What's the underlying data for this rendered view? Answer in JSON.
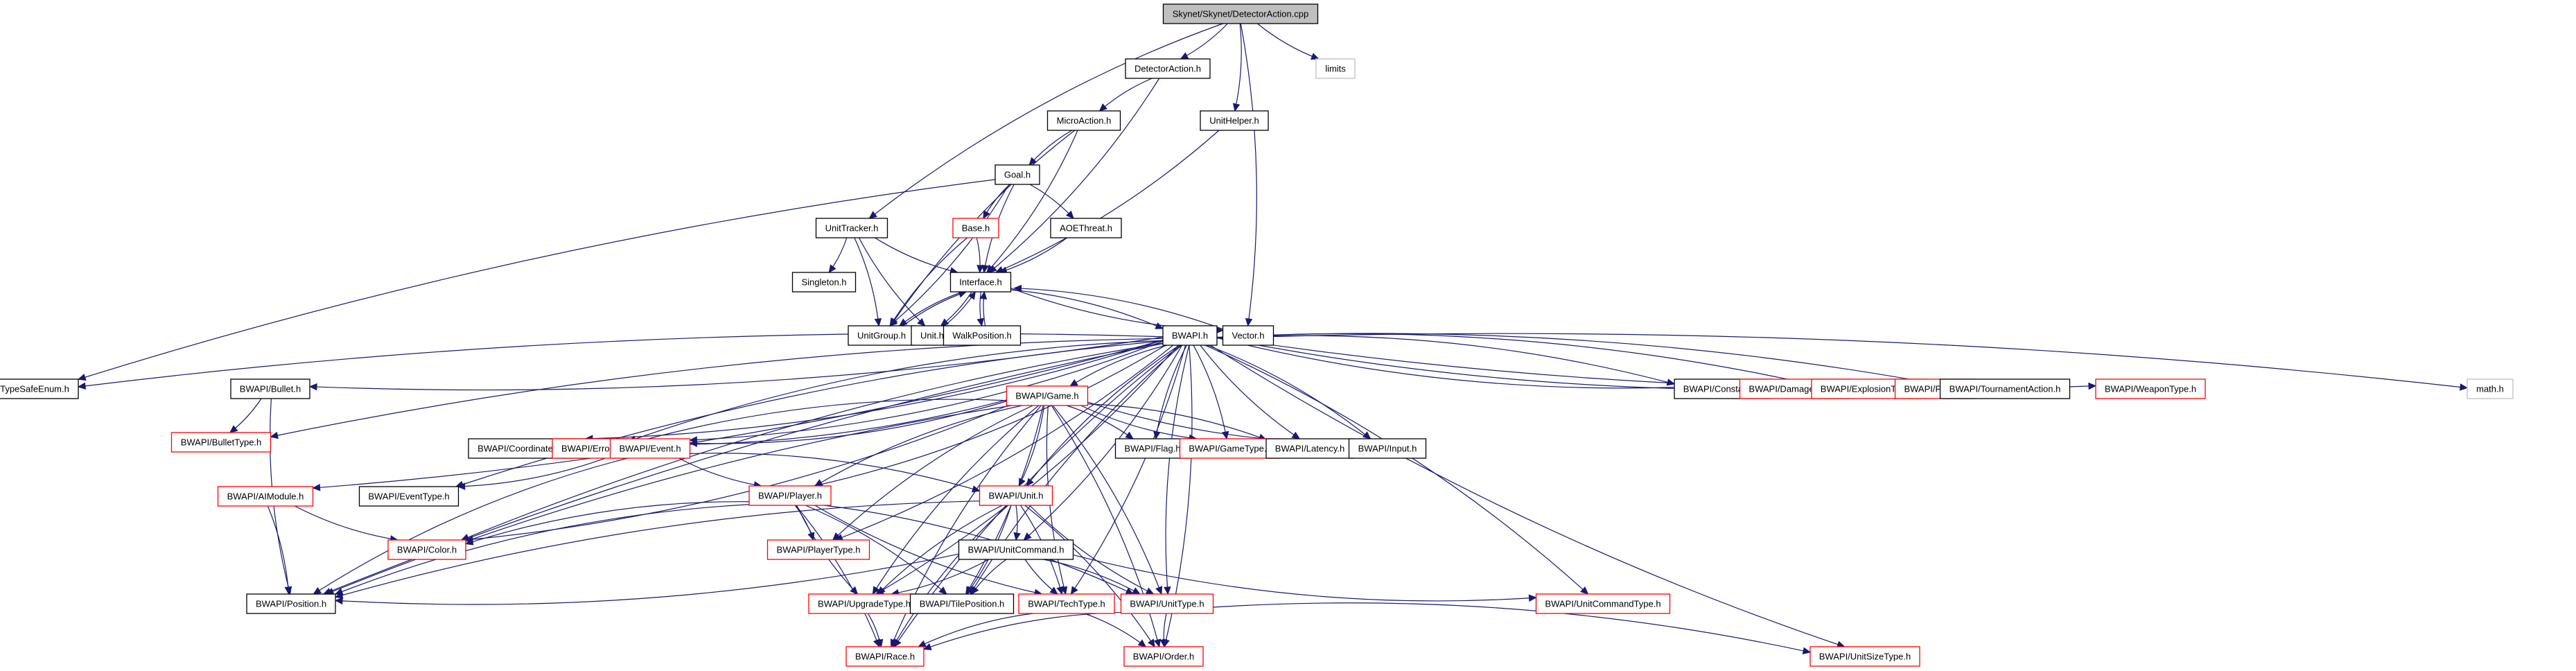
{
  "title": "Skynet/Skynet/DetectorAction.cpp",
  "colors": {
    "edge": "#191970",
    "normal_border": "#000000",
    "truncated_border": "#ff0000",
    "external_border": "#bfbfbf",
    "root_fill": "#bfbfbf"
  },
  "nodes": [
    {
      "id": "root",
      "label": "Skynet/Skynet/DetectorAction.cpp",
      "kind": "root"
    },
    {
      "id": "detectoraction",
      "label": "DetectorAction.h",
      "kind": "normal"
    },
    {
      "id": "limits",
      "label": "limits",
      "kind": "external"
    },
    {
      "id": "microaction",
      "label": "MicroAction.h",
      "kind": "normal"
    },
    {
      "id": "unithelper",
      "label": "UnitHelper.h",
      "kind": "normal"
    },
    {
      "id": "goal",
      "label": "Goal.h",
      "kind": "normal"
    },
    {
      "id": "unittracker",
      "label": "UnitTracker.h",
      "kind": "normal"
    },
    {
      "id": "base",
      "label": "Base.h",
      "kind": "truncated"
    },
    {
      "id": "aoethreat",
      "label": "AOEThreat.h",
      "kind": "normal"
    },
    {
      "id": "singleton",
      "label": "Singleton.h",
      "kind": "normal"
    },
    {
      "id": "interface",
      "label": "Interface.h",
      "kind": "normal"
    },
    {
      "id": "unitgroup",
      "label": "UnitGroup.h",
      "kind": "normal"
    },
    {
      "id": "unit",
      "label": "Unit.h",
      "kind": "normal"
    },
    {
      "id": "walkposition",
      "label": "WalkPosition.h",
      "kind": "normal"
    },
    {
      "id": "bwapi",
      "label": "BWAPI.h",
      "kind": "normal"
    },
    {
      "id": "vector",
      "label": "Vector.h",
      "kind": "normal"
    },
    {
      "id": "typesafeenum",
      "label": "TypeSafeEnum.h",
      "kind": "normal"
    },
    {
      "id": "bullet",
      "label": "BWAPI/Bullet.h",
      "kind": "normal"
    },
    {
      "id": "bullettype",
      "label": "BWAPI/BulletType.h",
      "kind": "truncated"
    },
    {
      "id": "aimodule",
      "label": "BWAPI/AIModule.h",
      "kind": "truncated"
    },
    {
      "id": "game",
      "label": "BWAPI/Game.h",
      "kind": "truncated"
    },
    {
      "id": "coordinatetype",
      "label": "BWAPI/CoordinateType.h",
      "kind": "normal"
    },
    {
      "id": "error",
      "label": "BWAPI/Error.h",
      "kind": "truncated"
    },
    {
      "id": "event",
      "label": "BWAPI/Event.h",
      "kind": "truncated"
    },
    {
      "id": "eventtype",
      "label": "BWAPI/EventType.h",
      "kind": "normal"
    },
    {
      "id": "player",
      "label": "BWAPI/Player.h",
      "kind": "truncated"
    },
    {
      "id": "color",
      "label": "BWAPI/Color.h",
      "kind": "truncated"
    },
    {
      "id": "playertype",
      "label": "BWAPI/PlayerType.h",
      "kind": "truncated"
    },
    {
      "id": "flag",
      "label": "BWAPI/Flag.h",
      "kind": "normal"
    },
    {
      "id": "gametype",
      "label": "BWAPI/GameType.h",
      "kind": "truncated"
    },
    {
      "id": "latency",
      "label": "BWAPI/Latency.h",
      "kind": "normal"
    },
    {
      "id": "input",
      "label": "BWAPI/Input.h",
      "kind": "normal"
    },
    {
      "id": "bunit",
      "label": "BWAPI/Unit.h",
      "kind": "truncated"
    },
    {
      "id": "unitcommand",
      "label": "BWAPI/UnitCommand.h",
      "kind": "normal"
    },
    {
      "id": "position",
      "label": "BWAPI/Position.h",
      "kind": "normal"
    },
    {
      "id": "upgradetype",
      "label": "BWAPI/UpgradeType.h",
      "kind": "truncated"
    },
    {
      "id": "tileposition",
      "label": "BWAPI/TilePosition.h",
      "kind": "normal"
    },
    {
      "id": "techtype",
      "label": "BWAPI/TechType.h",
      "kind": "truncated"
    },
    {
      "id": "unittype",
      "label": "BWAPI/UnitType.h",
      "kind": "truncated"
    },
    {
      "id": "unitcommandtype",
      "label": "BWAPI/UnitCommandType.h",
      "kind": "truncated"
    },
    {
      "id": "race",
      "label": "BWAPI/Race.h",
      "kind": "truncated"
    },
    {
      "id": "order",
      "label": "BWAPI/Order.h",
      "kind": "truncated"
    },
    {
      "id": "unitsizetype",
      "label": "BWAPI/UnitSizeType.h",
      "kind": "truncated"
    },
    {
      "id": "constants",
      "label": "BWAPI/Constants.h",
      "kind": "normal"
    },
    {
      "id": "damagetype",
      "label": "BWAPI/DamageType.h",
      "kind": "truncated"
    },
    {
      "id": "explosiontype",
      "label": "BWAPI/ExplosionType.h",
      "kind": "truncated"
    },
    {
      "id": "force",
      "label": "BWAPI/Force.h",
      "kind": "truncated"
    },
    {
      "id": "tournamentaction",
      "label": "BWAPI/TournamentAction.h",
      "kind": "normal"
    },
    {
      "id": "weapontype",
      "label": "BWAPI/WeaponType.h",
      "kind": "truncated"
    },
    {
      "id": "math",
      "label": "math.h",
      "kind": "external"
    }
  ],
  "edges": [
    [
      "root",
      "detectoraction"
    ],
    [
      "root",
      "limits"
    ],
    [
      "root",
      "unithelper"
    ],
    [
      "root",
      "unittracker"
    ],
    [
      "root",
      "vector"
    ],
    [
      "detectoraction",
      "microaction"
    ],
    [
      "detectoraction",
      "interface"
    ],
    [
      "microaction",
      "goal"
    ],
    [
      "microaction",
      "interface"
    ],
    [
      "microaction",
      "unitgroup"
    ],
    [
      "unithelper",
      "interface"
    ],
    [
      "goal",
      "base"
    ],
    [
      "goal",
      "aoethreat"
    ],
    [
      "goal",
      "interface"
    ],
    [
      "goal",
      "unitgroup"
    ],
    [
      "goal",
      "typesafeenum"
    ],
    [
      "unittracker",
      "singleton"
    ],
    [
      "unittracker",
      "interface"
    ],
    [
      "unittracker",
      "unitgroup"
    ],
    [
      "unittracker",
      "unit"
    ],
    [
      "base",
      "interface"
    ],
    [
      "base",
      "unitgroup"
    ],
    [
      "aoethreat",
      "interface"
    ],
    [
      "interface",
      "unitgroup"
    ],
    [
      "interface",
      "unit"
    ],
    [
      "interface",
      "walkposition"
    ],
    [
      "interface",
      "bwapi"
    ],
    [
      "interface",
      "vector"
    ],
    [
      "unitgroup",
      "interface"
    ],
    [
      "unit",
      "interface"
    ],
    [
      "walkposition",
      "interface"
    ],
    [
      "vector",
      "interface"
    ],
    [
      "vector",
      "math"
    ],
    [
      "bwapi",
      "typesafeenum"
    ],
    [
      "bwapi",
      "bullet"
    ],
    [
      "bwapi",
      "bullettype"
    ],
    [
      "bwapi",
      "aimodule"
    ],
    [
      "bwapi",
      "game"
    ],
    [
      "bwapi",
      "coordinatetype"
    ],
    [
      "bwapi",
      "error"
    ],
    [
      "bwapi",
      "event"
    ],
    [
      "bwapi",
      "eventtype"
    ],
    [
      "bwapi",
      "player"
    ],
    [
      "bwapi",
      "color"
    ],
    [
      "bwapi",
      "playertype"
    ],
    [
      "bwapi",
      "flag"
    ],
    [
      "bwapi",
      "gametype"
    ],
    [
      "bwapi",
      "latency"
    ],
    [
      "bwapi",
      "input"
    ],
    [
      "bwapi",
      "bunit"
    ],
    [
      "bwapi",
      "unitcommand"
    ],
    [
      "bwapi",
      "position"
    ],
    [
      "bwapi",
      "upgradetype"
    ],
    [
      "bwapi",
      "tileposition"
    ],
    [
      "bwapi",
      "techtype"
    ],
    [
      "bwapi",
      "unittype"
    ],
    [
      "bwapi",
      "unitcommandtype"
    ],
    [
      "bwapi",
      "race"
    ],
    [
      "bwapi",
      "order"
    ],
    [
      "bwapi",
      "unitsizetype"
    ],
    [
      "bwapi",
      "constants"
    ],
    [
      "bwapi",
      "damagetype"
    ],
    [
      "bwapi",
      "explosiontype"
    ],
    [
      "bwapi",
      "force"
    ],
    [
      "bwapi",
      "tournamentaction"
    ],
    [
      "bwapi",
      "weapontype"
    ],
    [
      "bullet",
      "bullettype"
    ],
    [
      "bullet",
      "position"
    ],
    [
      "aimodule",
      "position"
    ],
    [
      "aimodule",
      "color"
    ],
    [
      "game",
      "coordinatetype"
    ],
    [
      "game",
      "error"
    ],
    [
      "game",
      "event"
    ],
    [
      "game",
      "player"
    ],
    [
      "game",
      "color"
    ],
    [
      "game",
      "playertype"
    ],
    [
      "game",
      "flag"
    ],
    [
      "game",
      "gametype"
    ],
    [
      "game",
      "latency"
    ],
    [
      "game",
      "input"
    ],
    [
      "game",
      "bunit"
    ],
    [
      "game",
      "upgradetype"
    ],
    [
      "game",
      "tileposition"
    ],
    [
      "game",
      "techtype"
    ],
    [
      "game",
      "unittype"
    ],
    [
      "game",
      "race"
    ],
    [
      "game",
      "order"
    ],
    [
      "game",
      "position"
    ],
    [
      "event",
      "eventtype"
    ],
    [
      "event",
      "player"
    ],
    [
      "event",
      "bunit"
    ],
    [
      "event",
      "position"
    ],
    [
      "player",
      "playertype"
    ],
    [
      "player",
      "color"
    ],
    [
      "player",
      "race"
    ],
    [
      "player",
      "upgradetype"
    ],
    [
      "player",
      "tileposition"
    ],
    [
      "player",
      "techtype"
    ],
    [
      "player",
      "unittype"
    ],
    [
      "player",
      "position"
    ],
    [
      "bunit",
      "unitcommand"
    ],
    [
      "bunit",
      "position"
    ],
    [
      "bunit",
      "tileposition"
    ],
    [
      "bunit",
      "upgradetype"
    ],
    [
      "bunit",
      "techtype"
    ],
    [
      "bunit",
      "unittype"
    ],
    [
      "bunit",
      "order"
    ],
    [
      "bunit",
      "race"
    ],
    [
      "unitcommand",
      "position"
    ],
    [
      "unitcommand",
      "tileposition"
    ],
    [
      "unitcommand",
      "upgradetype"
    ],
    [
      "unitcommand",
      "techtype"
    ],
    [
      "unitcommand",
      "unittype"
    ],
    [
      "unitcommand",
      "unitcommandtype"
    ],
    [
      "upgradetype",
      "race"
    ],
    [
      "techtype",
      "race"
    ],
    [
      "techtype",
      "order"
    ],
    [
      "unittype",
      "race"
    ],
    [
      "unittype",
      "unitsizetype"
    ],
    [
      "unittype",
      "order"
    ]
  ]
}
